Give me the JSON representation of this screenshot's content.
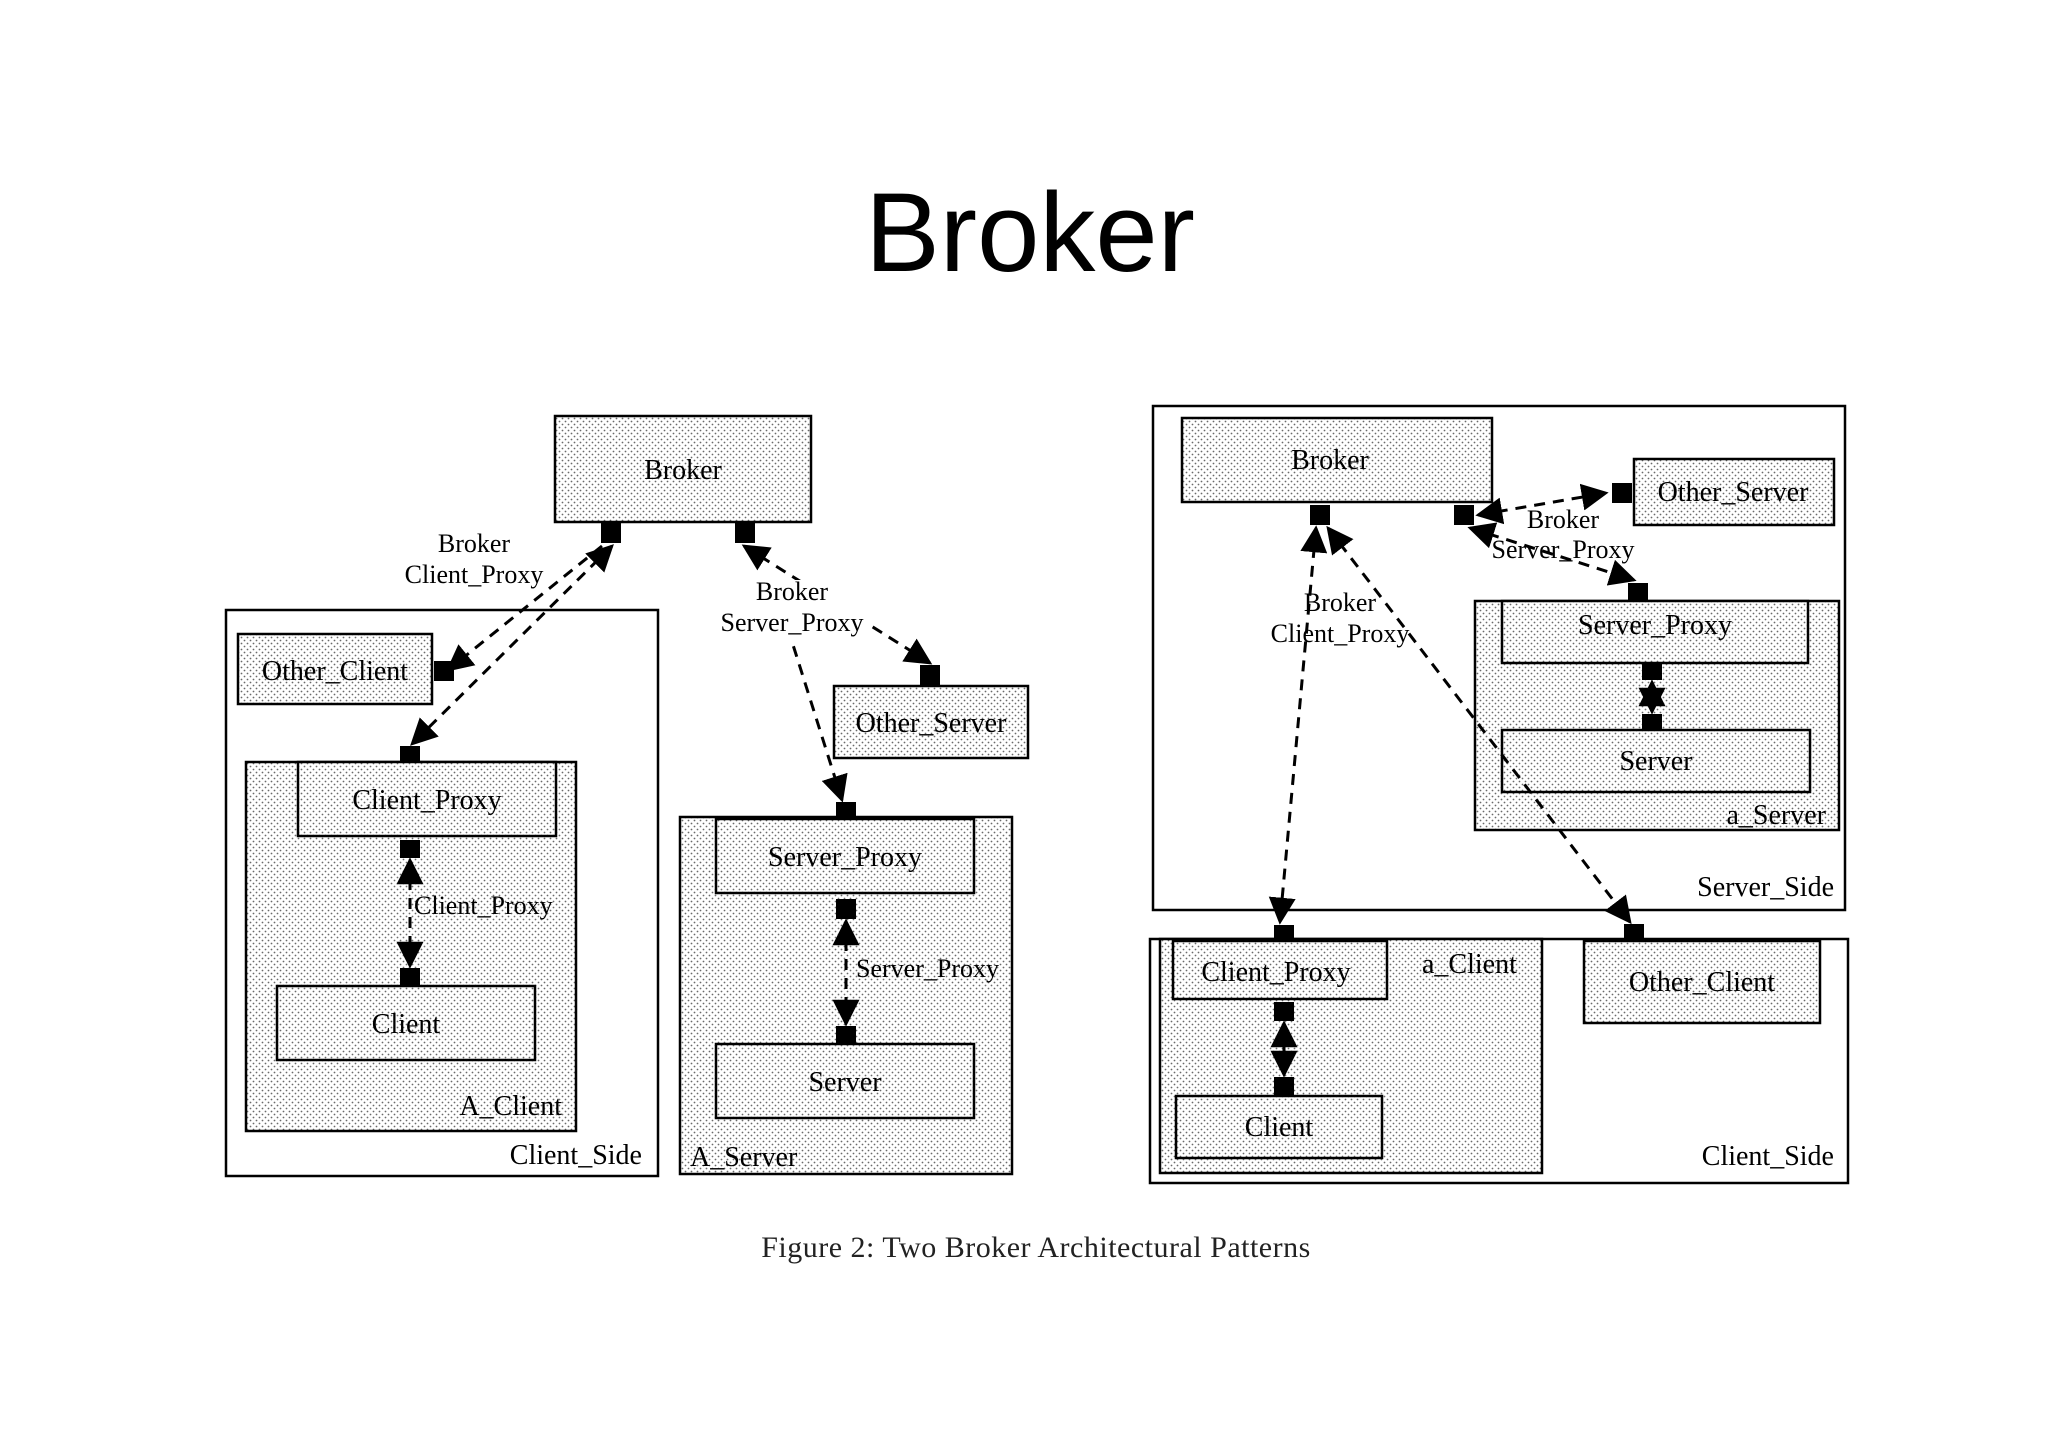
{
  "slide": {
    "title": "Broker",
    "caption": "Figure 2: Two Broker Architectural Patterns"
  },
  "left_diagram": {
    "broker": "Broker",
    "client_link_line1": "Broker",
    "client_link_line2": "Client_Proxy",
    "server_link_line1": "Broker",
    "server_link_line2": "Server_Proxy",
    "other_client": "Other_Client",
    "other_server": "Other_Server",
    "client_proxy": "Client_Proxy",
    "client_proxy_link": "Client_Proxy",
    "client": "Client",
    "a_client": "A_Client",
    "client_side": "Client_Side",
    "server_proxy": "Server_Proxy",
    "server_proxy_link": "Server_Proxy",
    "server": "Server",
    "a_server": "A_Server"
  },
  "right_diagram": {
    "broker": "Broker",
    "other_server": "Other_Server",
    "server_link_line1": "Broker",
    "server_link_line2": "Server_Proxy",
    "client_link_line1": "Broker",
    "client_link_line2": "Client_Proxy",
    "server_proxy": "Server_Proxy",
    "server": "Server",
    "a_server": "a_Server",
    "server_side": "Server_Side",
    "client_proxy": "Client_Proxy",
    "a_client": "a_Client",
    "client": "Client",
    "other_client": "Other_Client",
    "client_side": "Client_Side"
  }
}
